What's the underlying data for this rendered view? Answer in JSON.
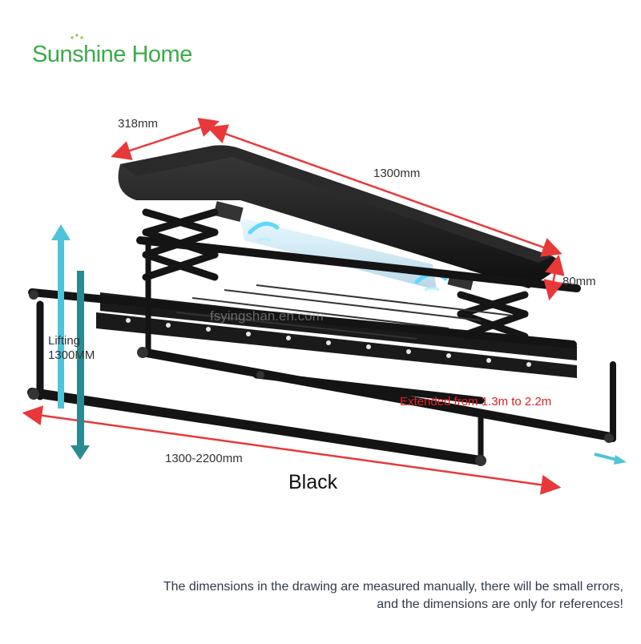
{
  "brand": {
    "name": "Sunshine Home",
    "color": "#3bab4a"
  },
  "dimensions": {
    "depth": "318mm",
    "length": "1300mm",
    "height": "80mm",
    "extended_length": "1300-2200mm",
    "lifting_line1": "Lifting",
    "lifting_line2": "1300MM",
    "extension_note": "Extended from 1.3m to 2.2m"
  },
  "product": {
    "color_name": "Black"
  },
  "watermark": "fsyingshan.en.com",
  "disclaimer": {
    "line1": "The dimensions in the drawing are measured manually, there will be small errors,",
    "line2": "and the dimensions are only for references!"
  },
  "colors": {
    "dimension_arrow": "#e8383a",
    "lifting_arrow": "#4fc3d8",
    "lifting_arrow_dark": "#2a8a94",
    "product_body": "#1c1c1c",
    "led_glow": "#5ed8ff"
  },
  "icons": [
    "leaf-dots-icon",
    "led-light-icon"
  ]
}
